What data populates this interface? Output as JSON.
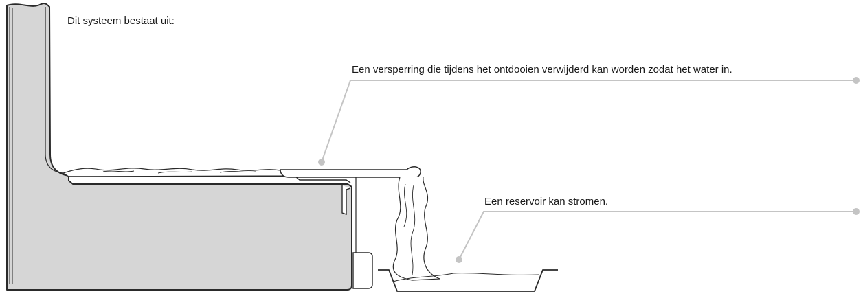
{
  "intro_text": "Dit systeem bestaat uit:",
  "callouts": [
    {
      "id": "barrier",
      "label": "Een versperring die tijdens het ontdooien verwijderd kan worden zodat het water in."
    },
    {
      "id": "reservoir",
      "label": "Een reservoir kan stromen."
    }
  ],
  "colors": {
    "wall_fill": "#d6d6d6",
    "outline": "#2a2a2a",
    "leader": "#c4c4c4"
  }
}
